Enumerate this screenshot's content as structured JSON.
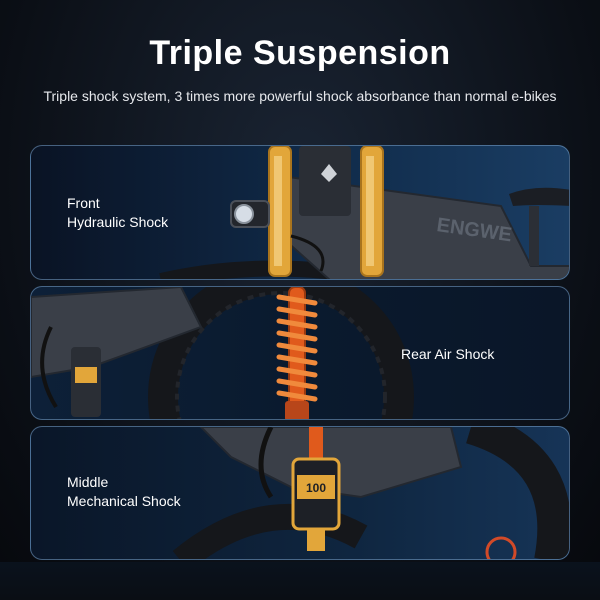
{
  "header": {
    "title": "Triple Suspension",
    "subtitle": "Triple shock system, 3 times more powerful shock absorbance than normal e-bikes"
  },
  "panels": [
    {
      "label_line1": "Front",
      "label_line2": "Hydraulic Shock"
    },
    {
      "label_line1": "Rear Air Shock"
    },
    {
      "label_line1": "Middle",
      "label_line2": "Mechanical Shock"
    }
  ],
  "graphics": {
    "frame_brand": "ENGWE",
    "shock_marking": "100",
    "accent_gold": "#e2a63a",
    "accent_orange": "#e05a1c",
    "frame_gray": "#3a3f48",
    "tire_black": "#15171b"
  },
  "icons": [
    "headlight-icon",
    "bike-logo-icon"
  ]
}
